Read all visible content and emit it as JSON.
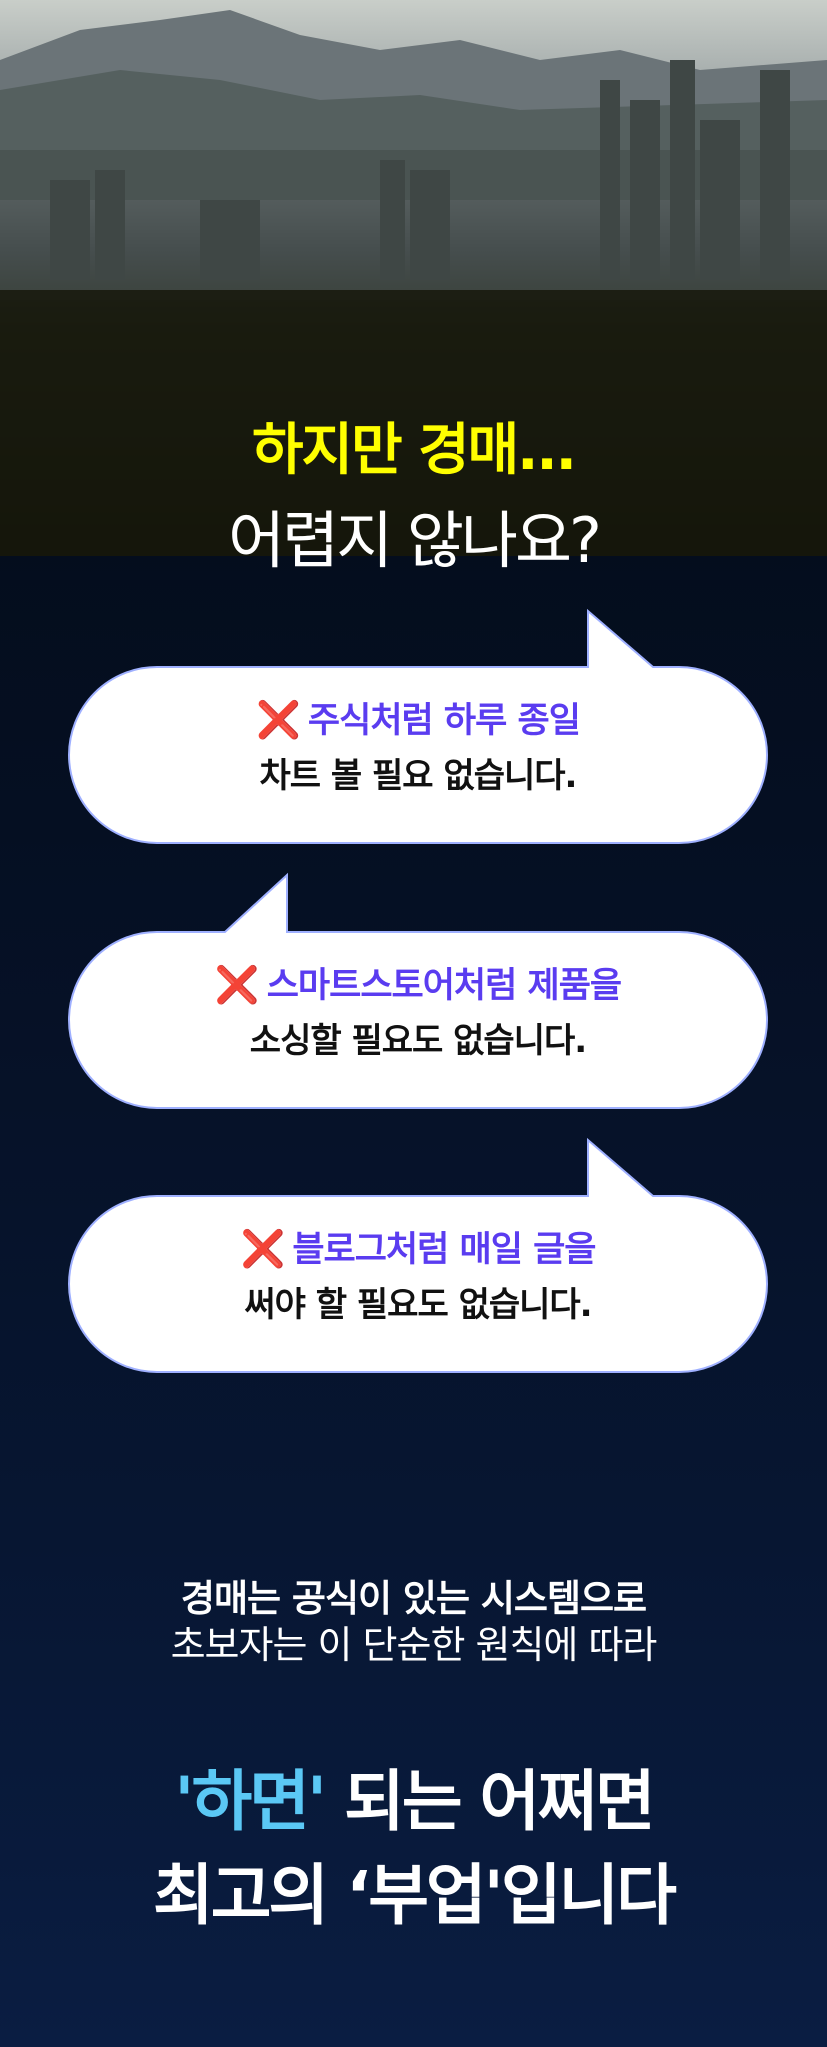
{
  "headline": {
    "line1": "하지만 경매...",
    "line2": "어렵지 않나요?"
  },
  "bubbles": [
    {
      "icon": "cross-mark-icon",
      "line1": "주식처럼 하루 종일",
      "line2": "차트 볼 필요 없습니다."
    },
    {
      "icon": "cross-mark-icon",
      "line1": "스마트스토어처럼 제품을",
      "line2": "소싱할 필요도 없습니다."
    },
    {
      "icon": "cross-mark-icon",
      "line1": "블로그처럼 매일 글을",
      "line2": "써야 할 필요도 없습니다."
    }
  ],
  "cross_glyph": "❌",
  "subtext": {
    "line1": "경매는 공식이 있는 시스템으로",
    "line2": "초보자는 이 단순한 원칙에 따라"
  },
  "closing": {
    "highlight": "'하면'",
    "line1_rest": " 되는 어쩌면",
    "line2": "최고의 ‘부업'입니다"
  },
  "colors": {
    "yellow": "#ffff00",
    "purple": "#5a3cf0",
    "cyan": "#5bc8f5",
    "red": "#e0101a"
  }
}
